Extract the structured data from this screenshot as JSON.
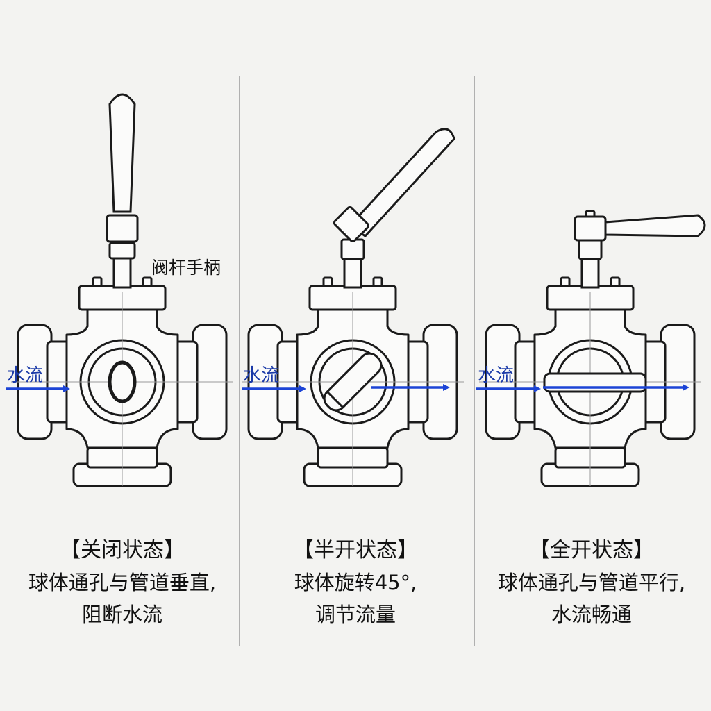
{
  "colors": {
    "line": "#1a1a1a",
    "flow": "#1c44d6",
    "background": "#f3f3f1",
    "divider": "#9a9a9a"
  },
  "handle_label": "阀杆手柄",
  "panels": [
    {
      "flow_label": "水流",
      "title": "【关闭状态】",
      "desc_line1": "球体通孔与管道垂直,",
      "desc_line2": "阻断水流",
      "handle_angle_deg": 0
    },
    {
      "flow_label": "水流",
      "title": "【半开状态】",
      "desc_line1": "球体旋转45°,",
      "desc_line2": "调节流量",
      "handle_angle_deg": 45
    },
    {
      "flow_label": "水流",
      "title": "【全开状态】",
      "desc_line1": "球体通孔与管道平行,",
      "desc_line2": "水流畅通",
      "handle_angle_deg": 90
    }
  ]
}
